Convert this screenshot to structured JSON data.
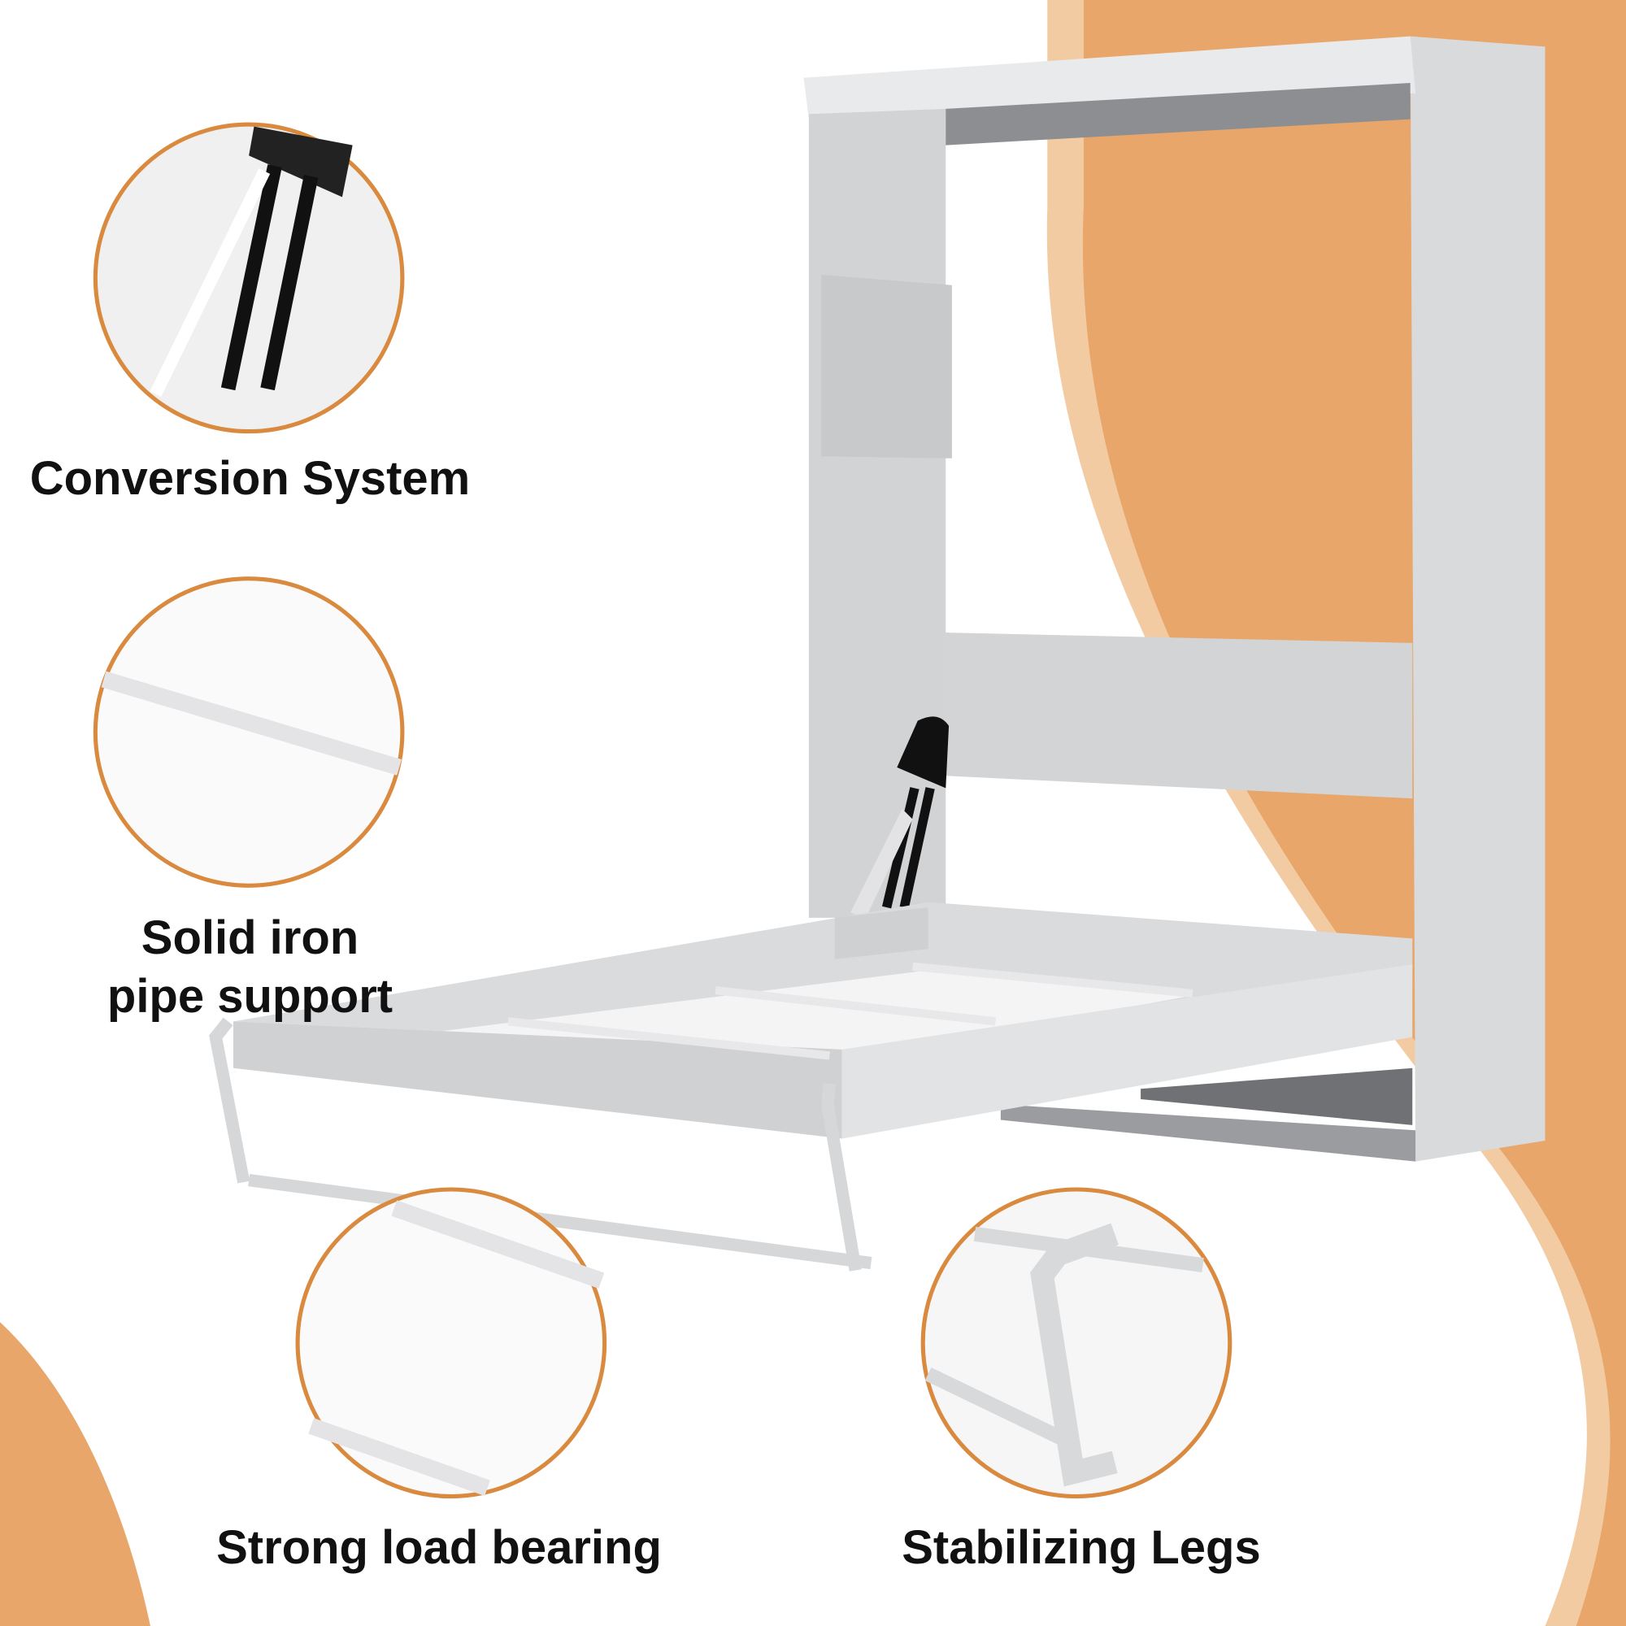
{
  "colors": {
    "accent_orange": "#E8A66A",
    "accent_light": "#F3CBA3",
    "circle_stroke": "#D98A3F",
    "bed_gray": "#D4D5D7",
    "label_text": "#111111"
  },
  "features": [
    {
      "id": "conversion",
      "label": "Conversion System"
    },
    {
      "id": "pipe",
      "label_line1": "Solid iron",
      "label_line2": "pipe support"
    },
    {
      "id": "load",
      "label": "Strong load bearing"
    },
    {
      "id": "legs",
      "label": "Stabilizing Legs"
    }
  ]
}
